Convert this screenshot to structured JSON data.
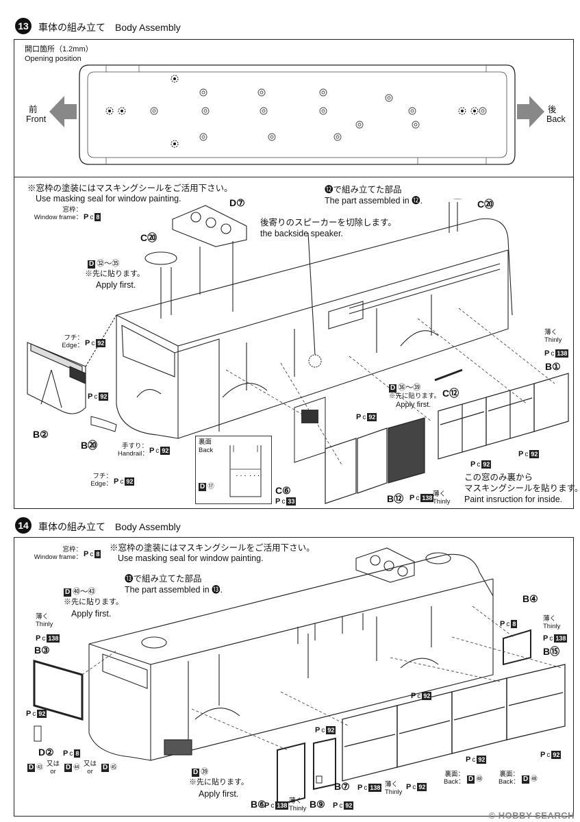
{
  "step13": {
    "number": "13",
    "title": "車体の組み立て　Body Assembly",
    "opening_jp": "開口箇所（1.2mm）",
    "opening_en": "Opening position",
    "front_jp": "前",
    "front_en": "Front",
    "back_jp": "後",
    "back_en": "Back",
    "masking_jp": "※窓枠の塗装にはマスキングシールをご活用下さい。",
    "masking_en": "Use masking seal for window painting.",
    "window_frame_jp": "窓枠：",
    "window_frame_en": "Window frame：",
    "assembled_jp": "⓬で組み立てた部品",
    "assembled_en": "The part assembled in ⓬.",
    "speaker_jp": "後寄りのスピーカーを切除します。",
    "speaker_en": "the backside speaker.",
    "d82_range": "㉜～㉟",
    "apply_first_jp": "※先に貼ります。",
    "apply_first_en": "Apply first.",
    "d86_range": "㊱～㊴",
    "edge_jp": "フチ：",
    "edge_en": "Edge：",
    "handrail_jp": "手すり：",
    "handrail_en": "Handrail：",
    "thinly_jp": "薄く",
    "thinly_en": "Thinly",
    "ura_jp": "裏面",
    "ura_en": "Back",
    "inside_jp1": "この窓のみ裏から",
    "inside_jp2": "マスキングシールを貼ります。",
    "inside_en": "Paint insruction for inside.",
    "parts": {
      "D7": "D⑦",
      "C20": "C⑳",
      "C20b": "C⑳",
      "B1": "B①",
      "C12": "C⑫",
      "B2": "B②",
      "B20": "B⑳",
      "C6": "C⑥",
      "B12": "B⑫",
      "D67": "⑰"
    },
    "colors": {
      "c8": "8",
      "c92": "92",
      "c138": "138",
      "c33": "33"
    }
  },
  "step14": {
    "number": "14",
    "title": "車体の組み立て　Body Assembly",
    "window_frame_jp": "窓枠：",
    "window_frame_en": "Window frame：",
    "masking_jp": "※窓枠の塗装にはマスキングシールをご活用下さい。",
    "masking_en": "Use masking seal for window painting.",
    "assembled_jp": "⓭で組み立てた部品",
    "assembled_en": "The part assembled in ⓭.",
    "d90_range": "㊵～㊸",
    "apply_first_jp": "※先に貼ります。",
    "apply_first_en": "Apply first.",
    "thinly_jp": "薄く",
    "thinly_en": "Thinly",
    "ura_jp": "裏面：",
    "ura_en": "Back：",
    "or_jp": "又は",
    "or_en": "or",
    "parts": {
      "B3": "B③",
      "B4": "B④",
      "B15": "B⑮",
      "D2": "D②",
      "B6": "B⑥",
      "B7": "B⑦",
      "B9": "B⑨",
      "D43": "㊸",
      "D44": "㊹",
      "D45": "㊺",
      "D39": "㊴",
      "D63": "㊽"
    }
  },
  "watermark": "HOBBY SEARCH",
  "watermark_prefix": "©"
}
